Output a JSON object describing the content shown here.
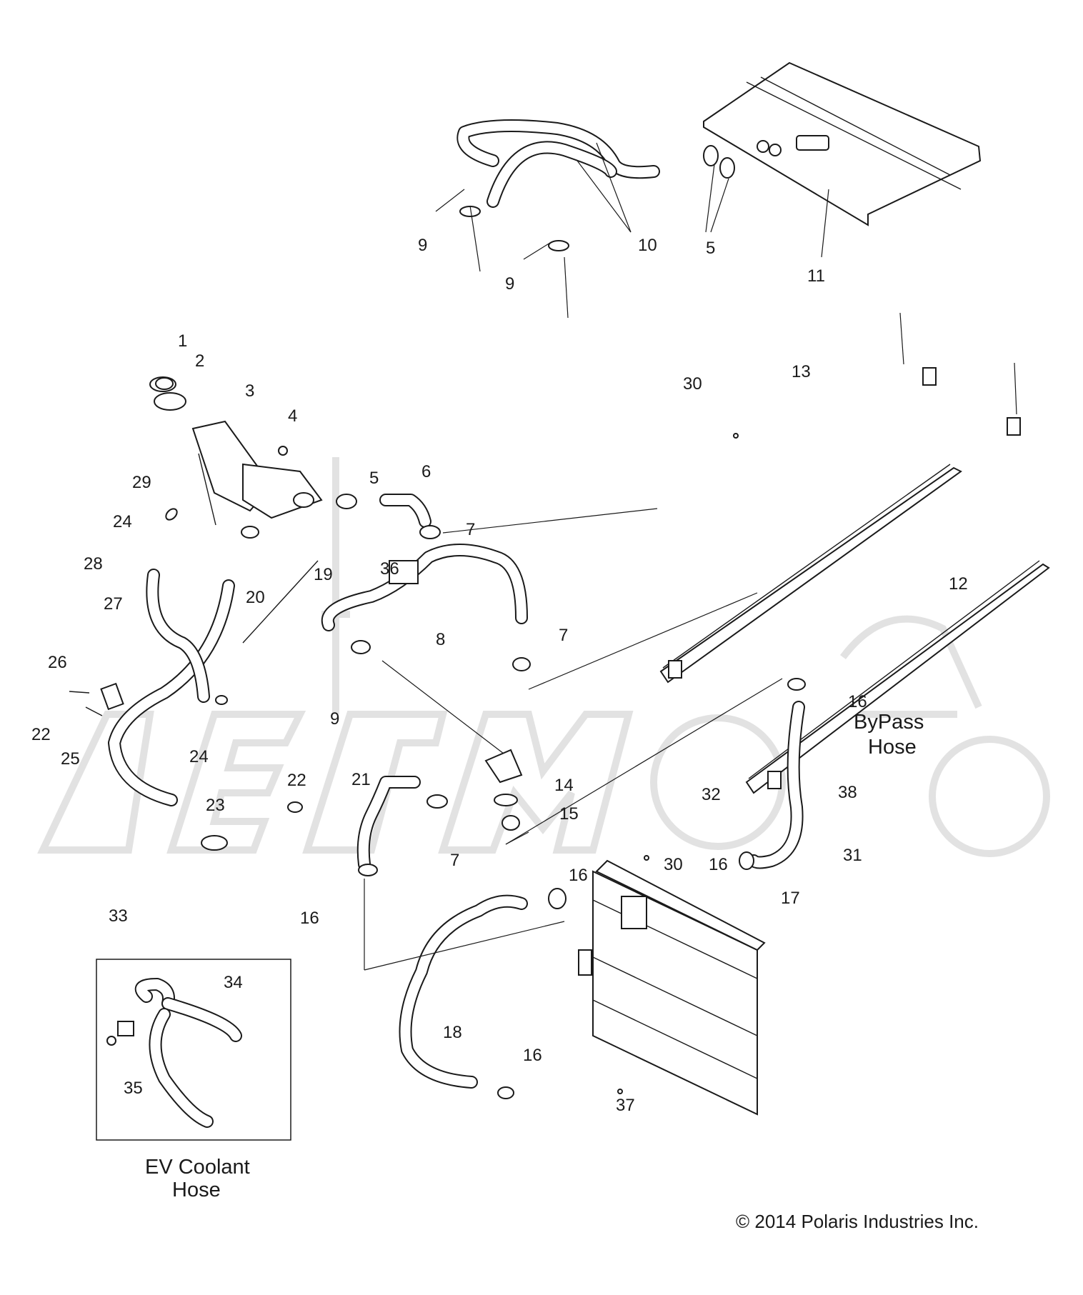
{
  "callouts": [
    {
      "id": "c9a",
      "text": "9"
    },
    {
      "id": "c9b",
      "text": "9"
    },
    {
      "id": "c10",
      "text": "10"
    },
    {
      "id": "c5a",
      "text": "5"
    },
    {
      "id": "c11",
      "text": "11"
    },
    {
      "id": "c1",
      "text": "1"
    },
    {
      "id": "c2",
      "text": "2"
    },
    {
      "id": "c3",
      "text": "3"
    },
    {
      "id": "c4",
      "text": "4"
    },
    {
      "id": "c29",
      "text": "29"
    },
    {
      "id": "c5b",
      "text": "5"
    },
    {
      "id": "c6",
      "text": "6"
    },
    {
      "id": "c7a",
      "text": "7"
    },
    {
      "id": "c30a",
      "text": "30"
    },
    {
      "id": "c13",
      "text": "13"
    },
    {
      "id": "c24a",
      "text": "24"
    },
    {
      "id": "c28",
      "text": "28"
    },
    {
      "id": "c20",
      "text": "20"
    },
    {
      "id": "c19",
      "text": "19"
    },
    {
      "id": "c36",
      "text": "36"
    },
    {
      "id": "c12",
      "text": "12"
    },
    {
      "id": "c27",
      "text": "27"
    },
    {
      "id": "c7b",
      "text": "7"
    },
    {
      "id": "c8",
      "text": "8"
    },
    {
      "id": "c26",
      "text": "26"
    },
    {
      "id": "c9c",
      "text": "9"
    },
    {
      "id": "c22a",
      "text": "22"
    },
    {
      "id": "c16a",
      "text": "16"
    },
    {
      "id": "c25",
      "text": "25"
    },
    {
      "id": "c24b",
      "text": "24"
    },
    {
      "id": "c22b",
      "text": "22"
    },
    {
      "id": "c21",
      "text": "21"
    },
    {
      "id": "c14",
      "text": "14"
    },
    {
      "id": "c32",
      "text": "32"
    },
    {
      "id": "c38",
      "text": "38"
    },
    {
      "id": "c23",
      "text": "23"
    },
    {
      "id": "c15",
      "text": "15"
    },
    {
      "id": "c7c",
      "text": "7"
    },
    {
      "id": "c30b",
      "text": "30"
    },
    {
      "id": "c16b",
      "text": "16"
    },
    {
      "id": "c31",
      "text": "31"
    },
    {
      "id": "c16c",
      "text": "16"
    },
    {
      "id": "c33",
      "text": "33"
    },
    {
      "id": "c17",
      "text": "17"
    },
    {
      "id": "c16d",
      "text": "16"
    },
    {
      "id": "c34",
      "text": "34"
    },
    {
      "id": "c18",
      "text": "18"
    },
    {
      "id": "c16e",
      "text": "16"
    },
    {
      "id": "c35",
      "text": "35"
    },
    {
      "id": "c37",
      "text": "37"
    }
  ],
  "notes": {
    "bypass_line1": "ByPass",
    "bypass_line2": "Hose",
    "ev_line1": "EV Coolant",
    "ev_line2": "Hose"
  },
  "copyright": "© 2014 Polaris Industries Inc."
}
